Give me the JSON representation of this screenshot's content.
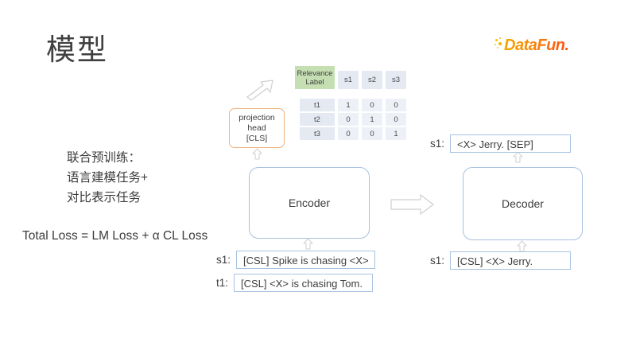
{
  "slide": {
    "title": "模型",
    "background_color": "#ffffff"
  },
  "logo": {
    "text": "DataFun.",
    "color_start": "#f5a600",
    "color_end": "#fd5312",
    "icon": "datafun-dots-icon"
  },
  "notes": {
    "joint_pretrain": "联合预训练：\n语言建模任务+\n对比表示任务",
    "loss_formula": "Total Loss = LM Loss + α CL Loss"
  },
  "matrix": {
    "header_label": "Relevance\nLabel",
    "header_color": "#c5dfb3",
    "cell_color": "#e4e9f2",
    "body_cell_color": "#edf1f7",
    "columns": [
      "s1",
      "s2",
      "s3"
    ],
    "rows": [
      {
        "label": "t1",
        "values": [
          "1",
          "0",
          "0"
        ]
      },
      {
        "label": "t2",
        "values": [
          "0",
          "1",
          "0"
        ]
      },
      {
        "label": "t3",
        "values": [
          "0",
          "0",
          "1"
        ]
      }
    ]
  },
  "projection_head": {
    "label": "projection\nhead\n[CLS]",
    "border_color": "#f0b27a"
  },
  "encoder": {
    "label": "Encoder",
    "border_color": "#a8c0e0"
  },
  "decoder": {
    "label": "Decoder",
    "border_color": "#a8c0e0"
  },
  "fields": {
    "encoder_input_s1": {
      "label": "s1:",
      "value": "[CSL] Spike is chasing <X>"
    },
    "encoder_input_t1": {
      "label": "t1:",
      "value": "[CSL] <X> is chasing Tom."
    },
    "decoder_output_s1": {
      "label": "s1:",
      "value": "<X> Jerry. [SEP]"
    },
    "decoder_input_s1": {
      "label": "s1:",
      "value": "[CSL] <X> Jerry."
    }
  },
  "arrows": {
    "projection_to_matrix": "curved-up-right-arrow",
    "encoder_to_decoder": "right-arrow",
    "up_arrow": "up-arrow"
  }
}
